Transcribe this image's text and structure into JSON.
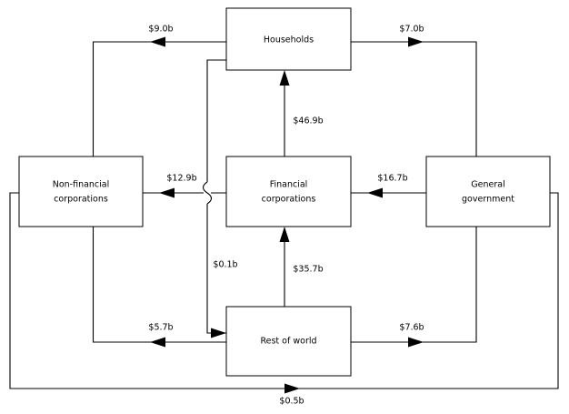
{
  "diagram": {
    "type": "financial-flow-diagram",
    "colors": {
      "background": "#ffffff",
      "stroke": "#000000",
      "box_fill": "#ffffff",
      "text": "#000000"
    },
    "nodes": [
      {
        "id": "households",
        "label": "Households"
      },
      {
        "id": "non-financial-corporations",
        "label_line1": "Non-financial",
        "label_line2": "corporations"
      },
      {
        "id": "financial-corporations",
        "label_line1": "Financial",
        "label_line2": "corporations"
      },
      {
        "id": "general-government",
        "label_line1": "General",
        "label_line2": "government"
      },
      {
        "id": "rest-of-world",
        "label": "Rest of world"
      }
    ],
    "flows": [
      {
        "id": "households-to-non-financial",
        "from": "households",
        "to": "non-financial-corporations",
        "label": "$9.0b"
      },
      {
        "id": "households-to-general-government",
        "from": "households",
        "to": "general-government",
        "label": "$7.0b"
      },
      {
        "id": "financial-to-non-financial",
        "from": "financial-corporations",
        "to": "non-financial-corporations",
        "label": "$12.9b"
      },
      {
        "id": "financial-to-households",
        "from": "financial-corporations",
        "to": "households",
        "label": "$46.9b"
      },
      {
        "id": "general-government-to-financial",
        "from": "general-government",
        "to": "financial-corporations",
        "label": "$16.7b"
      },
      {
        "id": "households-to-rest-of-world",
        "from": "households",
        "to": "rest-of-world",
        "label": "$0.1b"
      },
      {
        "id": "rest-of-world-to-financial",
        "from": "rest-of-world",
        "to": "financial-corporations",
        "label": "$35.7b"
      },
      {
        "id": "rest-of-world-to-non-financial",
        "from": "rest-of-world",
        "to": "non-financial-corporations",
        "label": "$5.7b"
      },
      {
        "id": "rest-of-world-to-general-government",
        "from": "rest-of-world",
        "to": "general-government",
        "label": "$7.6b"
      },
      {
        "id": "non-financial-to-general-government",
        "from": "non-financial-corporations",
        "to": "general-government",
        "label": "$0.5b"
      }
    ]
  }
}
